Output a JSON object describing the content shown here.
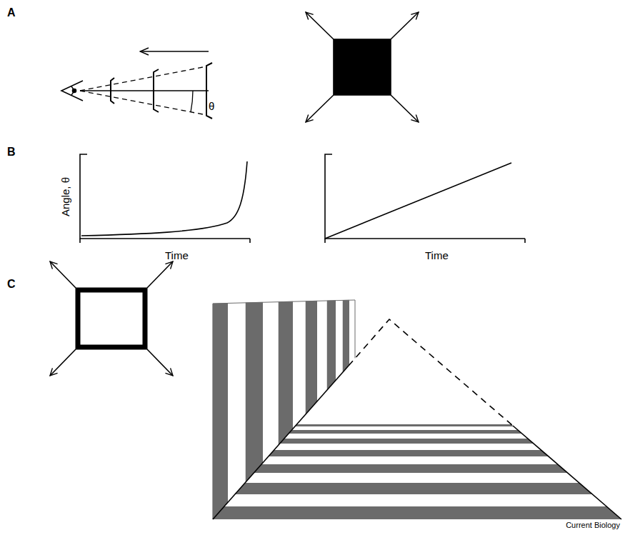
{
  "diagram": {
    "labels": [
      "A",
      "θ",
      "B",
      "Angle, θ",
      "Time",
      "Time",
      "C",
      "Current Biology"
    ]
  }
}
